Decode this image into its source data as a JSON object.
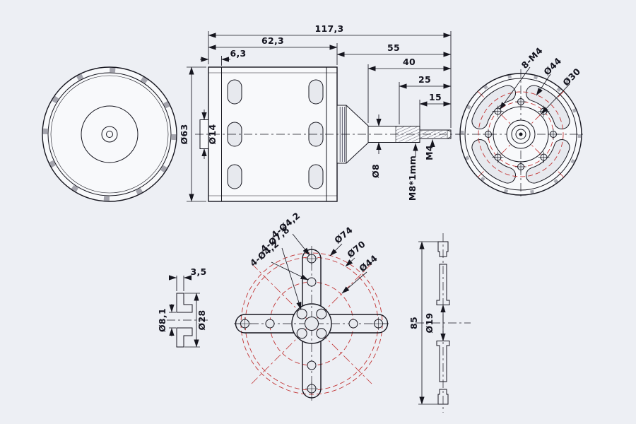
{
  "drawing": {
    "colors": {
      "background": "#edeff4",
      "line": "#16161f",
      "accent_red": "#c23434",
      "part_fill": "#f8f9fb"
    },
    "side": {
      "overall": "117,3",
      "body_length": "62,3",
      "flange": "6,3",
      "shaft_length": "55",
      "len_40": "40",
      "len_25": "25",
      "len_15": "15",
      "body_dia": "Ø63",
      "stub_dia": "Ø14",
      "shaft_dia": "Ø8",
      "tip_thread": "M4",
      "shaft_thread": "M8*1mm"
    },
    "rear": {
      "mount_holes": "8-M4",
      "bolt_circle": "Ø44",
      "boss_dia": "Ø30"
    },
    "mount": {
      "holes_top": "4-Ø4,2",
      "holes_mid": "4-Ø7,8",
      "holes_bot": "4-Ø4,2",
      "dia_74": "Ø74",
      "dia_70": "Ø70",
      "dia_44": "Ø44"
    },
    "spacer": {
      "thickness": "3,5",
      "bore": "Ø8,1",
      "outer_dia": "Ø28"
    },
    "mount_side": {
      "height": "85",
      "bore": "Ø19"
    }
  }
}
